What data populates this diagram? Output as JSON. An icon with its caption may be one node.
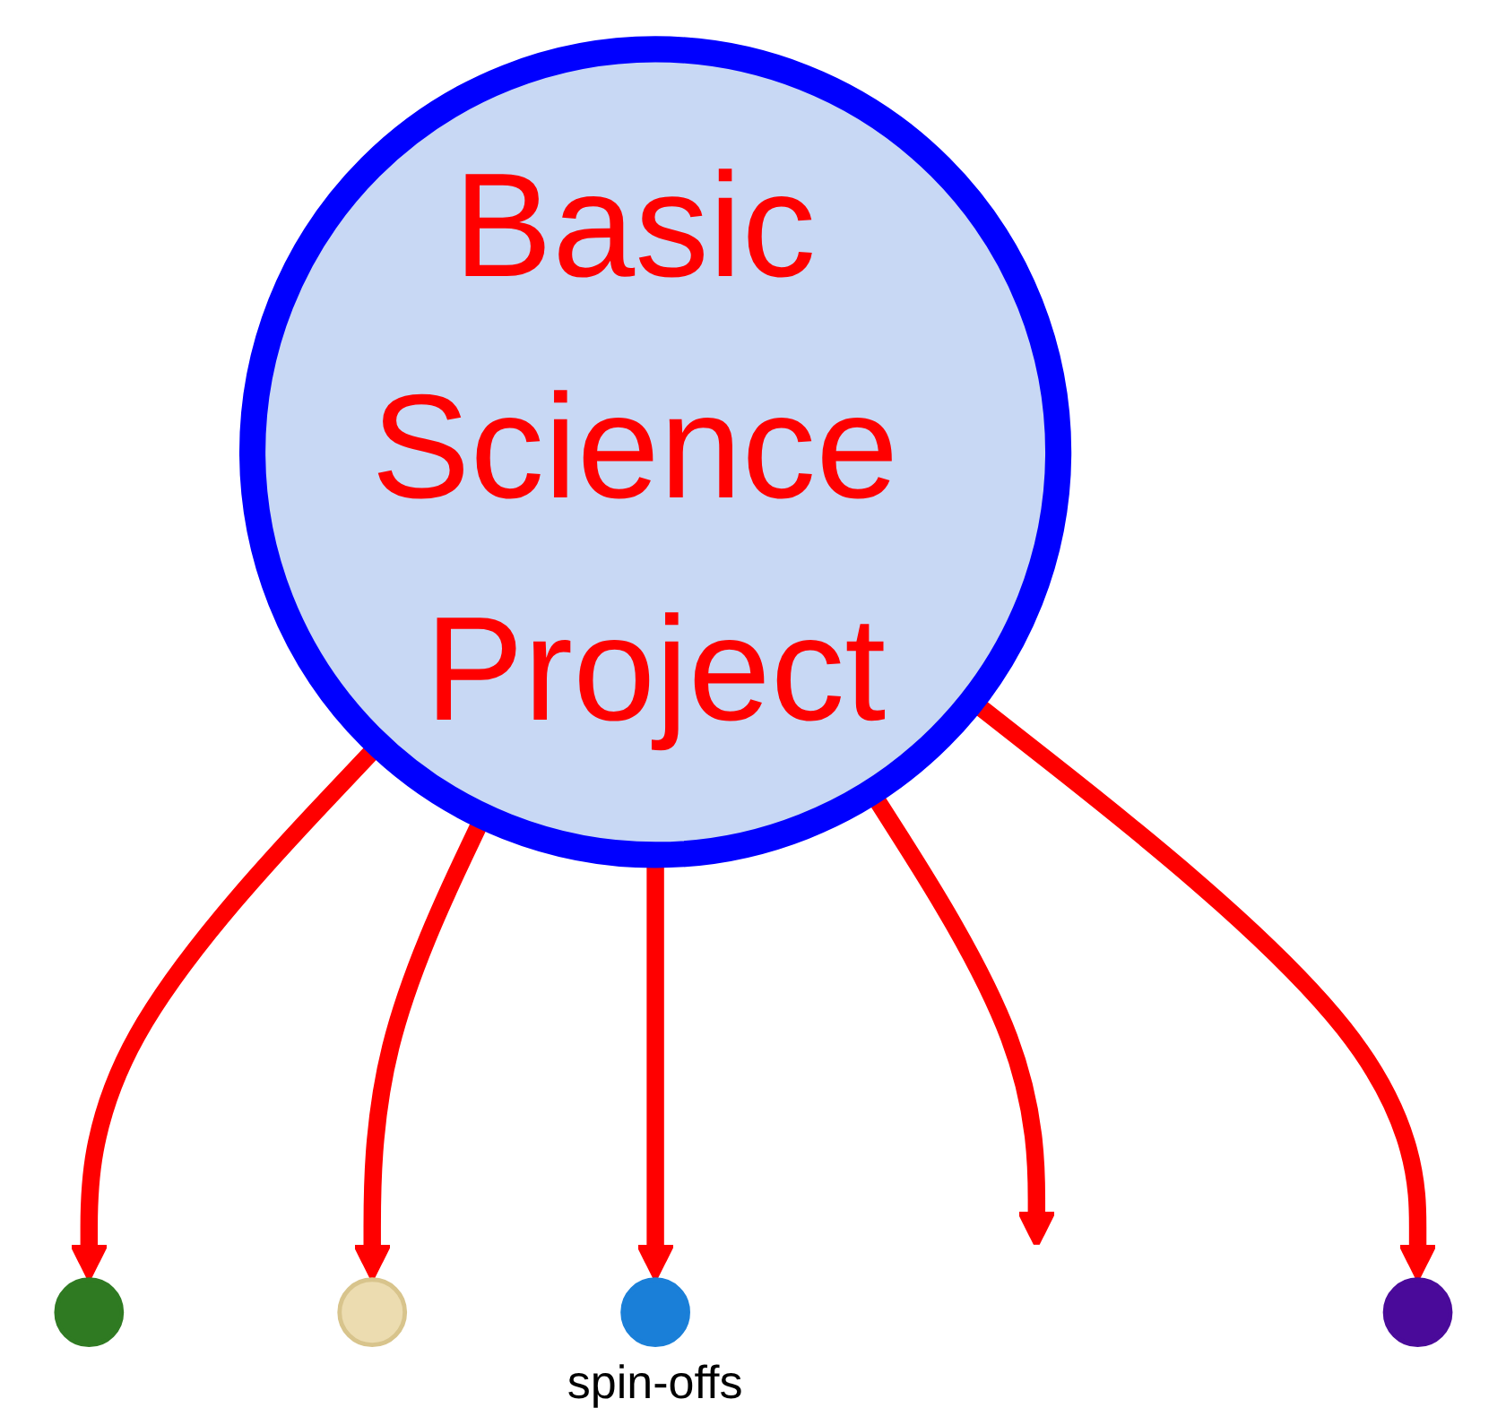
{
  "diagram": {
    "nodes": [
      {
        "text": [
          "Basic Science Project"
        ]
      },
      {
        "text": [],
        "shape": "circle"
      },
      {
        "text": [],
        "shape": "circle"
      },
      {
        "text": [],
        "shape": "circle",
        "beside": [
          "spin-offs"
        ]
      },
      {
        "text": [],
        "shape": "circle"
      }
    ],
    "edges": [
      {
        "from": 0,
        "to": 1,
        "arrow": "to"
      },
      {
        "from": 0,
        "to": 2,
        "arrow": "to"
      },
      {
        "from": 0,
        "to": 3,
        "arrow": "to"
      },
      {
        "from": 0,
        "to": null,
        "arrow": "to"
      },
      {
        "from": 0,
        "to": 4,
        "arrow": "to"
      }
    ]
  }
}
